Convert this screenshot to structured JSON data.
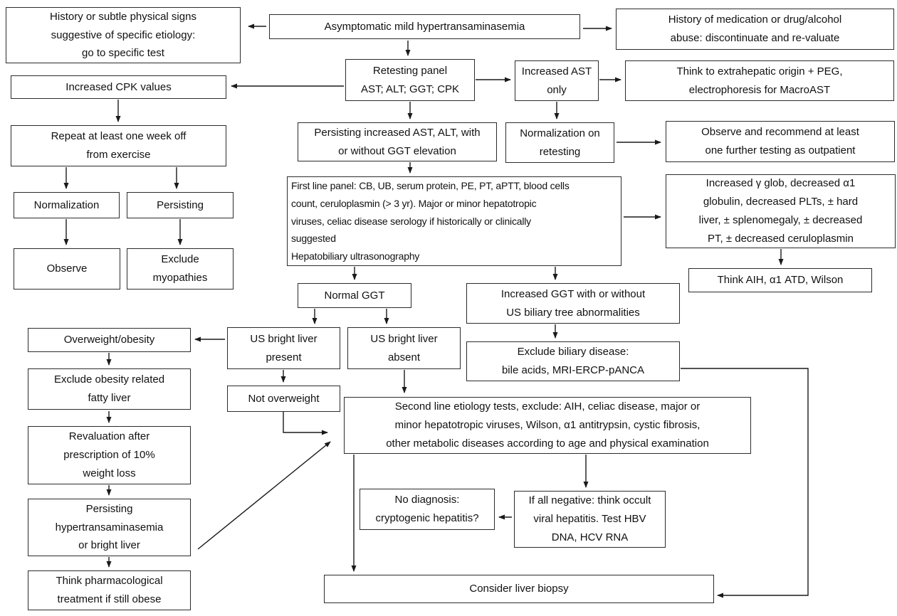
{
  "diagram": {
    "title": "Asymptomatic mild hypertransaminasemia diagnostic flowchart",
    "colors": {
      "background": "#ffffff",
      "box_border": "#2b2b2b",
      "text": "#111111",
      "arrow": "#1a1a1a"
    },
    "nodes": {
      "history_signs": {
        "label": "History or subtle physical signs\nsuggestive of specific etiology:\ngo to specific test"
      },
      "asymptomatic": {
        "label": "Asymptomatic mild hypertransaminasemia"
      },
      "medication": {
        "label": "History of medication or drug/alcohol\nabuse: discontinuate and re-valuate"
      },
      "cpk": {
        "label": "Increased CPK values"
      },
      "retesting": {
        "label": "Retesting panel\nAST; ALT; GGT; CPK"
      },
      "increased_ast": {
        "label": "Increased AST\nonly"
      },
      "extrahepatic": {
        "label": "Think to extrahepatic origin + PEG,\nelectrophoresis for MacroAST"
      },
      "repeat_exercise": {
        "label": "Repeat at least one week off\nfrom exercise"
      },
      "persisting_ast": {
        "label": "Persisting increased AST, ALT, with\nor without GGT elevation"
      },
      "normalization_retesting": {
        "label": "Normalization on\nretesting"
      },
      "observe_recommend": {
        "label": "Observe and recommend at least\none further testing as outpatient"
      },
      "normalization": {
        "label": "Normalization"
      },
      "persisting": {
        "label": "Persisting"
      },
      "first_line": {
        "label": "First line panel: CB, UB, serum protein, PE, PT, aPTT, blood cells\ncount, ceruloplasmin (> 3 yr). Major or minor hepatotropic\nviruses, celiac disease serology if historically or clinically\nsuggested\nHepatobiliary ultrasonography"
      },
      "increased_gglob": {
        "label": "Increased γ glob, decreased α1\nglobulin, decreased PLTs, ± hard\nliver, ± splenomegaly, ± decreased\nPT, ± decreased ceruloplasmin"
      },
      "observe": {
        "label": "Observe"
      },
      "exclude_myopathies": {
        "label": "Exclude\nmyopathies"
      },
      "think_aih": {
        "label": "Think AIH, α1 ATD, Wilson"
      },
      "normal_ggt": {
        "label": "Normal GGT"
      },
      "increased_ggt": {
        "label": "Increased GGT with or without\nUS biliary tree abnormalities"
      },
      "overweight": {
        "label": "Overweight/obesity"
      },
      "us_bright_present": {
        "label": "US bright liver\npresent"
      },
      "us_bright_absent": {
        "label": "US bright liver\nabsent"
      },
      "exclude_biliary": {
        "label": "Exclude biliary disease:\nbile acids, MRI-ERCP-pANCA"
      },
      "exclude_obesity": {
        "label": "Exclude obesity related\nfatty liver"
      },
      "not_overweight": {
        "label": "Not overweight"
      },
      "second_line": {
        "label": "Second line etiology tests, exclude: AIH, celiac disease, major or\nminor hepatotropic viruses, Wilson, α1 antitrypsin, cystic fibrosis,\nother metabolic diseases according to age and physical examination"
      },
      "revaluation": {
        "label": "Revaluation after\nprescription of 10%\nweight loss"
      },
      "persisting_hyper": {
        "label": "Persisting\nhypertransaminasemia\nor bright liver"
      },
      "no_diagnosis": {
        "label": "No diagnosis:\ncryptogenic hepatitis?"
      },
      "if_all_negative": {
        "label": "If all negative: think occult\nviral hepatitis. Test HBV\nDNA, HCV RNA"
      },
      "think_pharma": {
        "label": "Think pharmacological\ntreatment if still obese"
      },
      "consider_biopsy": {
        "label": "Consider liver biopsy"
      }
    }
  }
}
